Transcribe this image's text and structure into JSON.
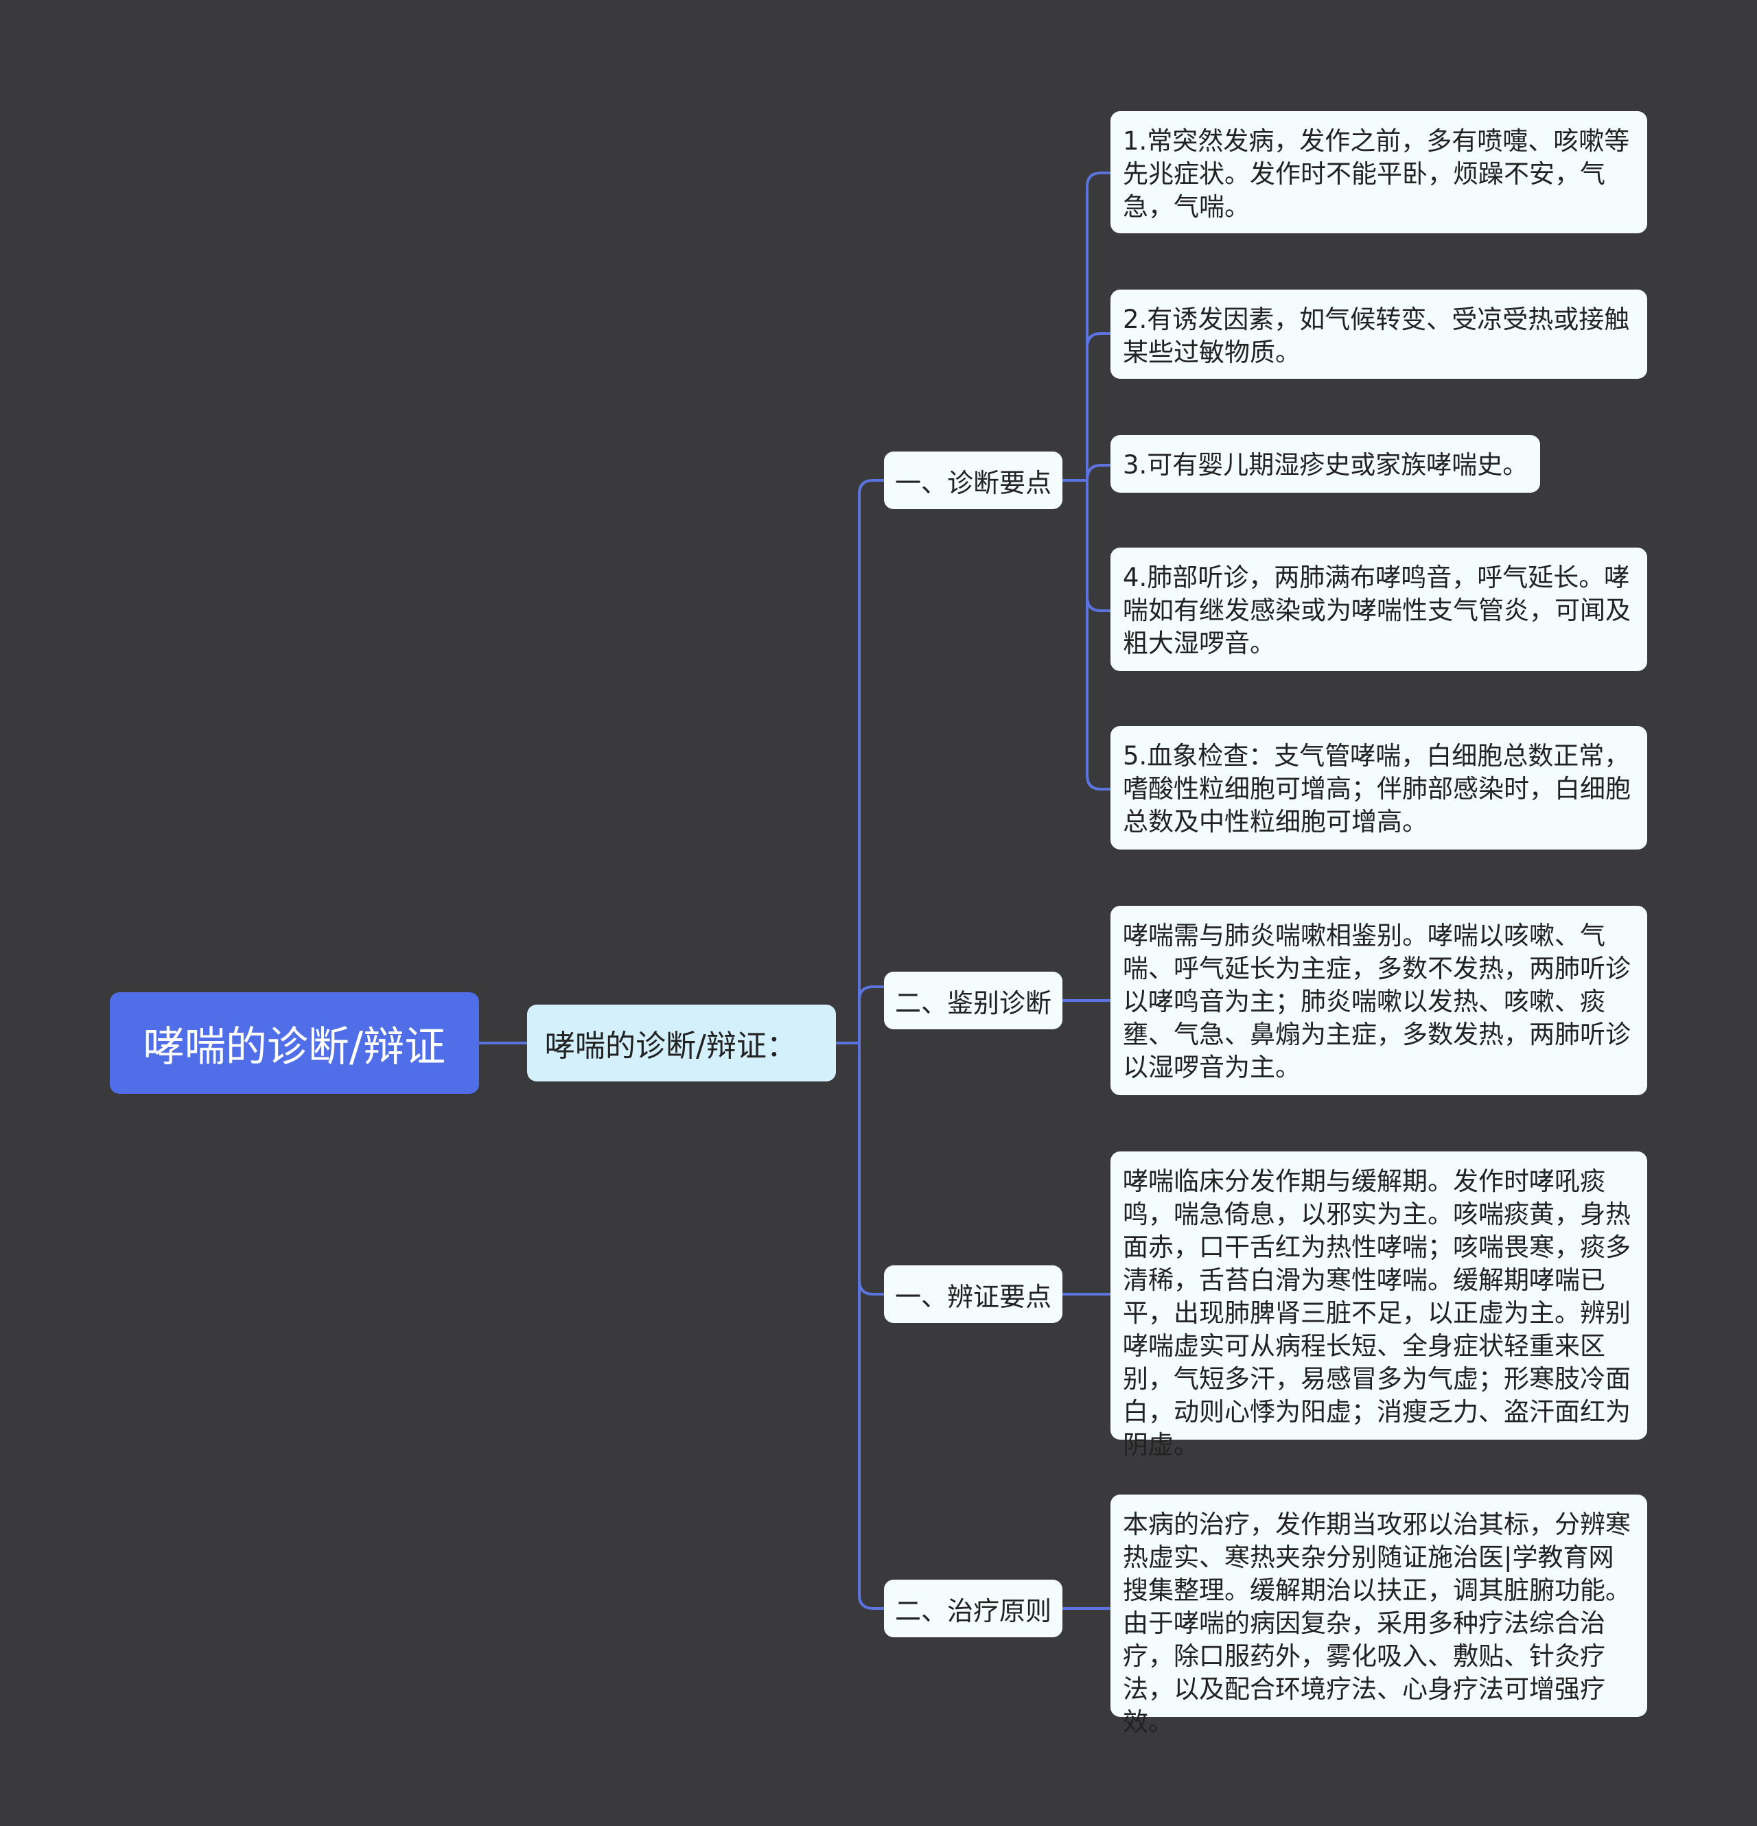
{
  "root": {
    "label": "哮喘的诊断/辩证"
  },
  "sub": {
    "label": "哮喘的诊断/辩证："
  },
  "branches": [
    {
      "label": "一、诊断要点"
    },
    {
      "label": "二、鉴别诊断"
    },
    {
      "label": "一、辨证要点"
    },
    {
      "label": "二、治疗原则"
    }
  ],
  "leaves": [
    {
      "text": "1.常突然发病，发作之前，多有喷嚏、咳嗽等先兆症状。发作时不能平卧，烦躁不安，气急，气喘。"
    },
    {
      "text": "2.有诱发因素，如气候转变、受凉受热或接触某些过敏物质。"
    },
    {
      "text": "3.可有婴儿期湿疹史或家族哮喘史。"
    },
    {
      "text": "4.肺部听诊，两肺满布哮鸣音，呼气延长。哮喘如有继发感染或为哮喘性支气管炎，可闻及粗大湿啰音。"
    },
    {
      "text": "5.血象检查：支气管哮喘，白细胞总数正常，嗜酸性粒细胞可增高；伴肺部感染时，白细胞总数及中性粒细胞可增高。"
    },
    {
      "text": "哮喘需与肺炎喘嗽相鉴别。哮喘以咳嗽、气喘、呼气延长为主症，多数不发热，两肺听诊以哮鸣音为主；肺炎喘嗽以发热、咳嗽、痰壅、气急、鼻煽为主症，多数发热，两肺听诊以湿啰音为主。"
    },
    {
      "text": "哮喘临床分发作期与缓解期。发作时哮吼痰鸣，喘急倚息，以邪实为主。咳喘痰黄，身热面赤，口干舌红为热性哮喘；咳喘畏寒，痰多清稀，舌苔白滑为寒性哮喘。缓解期哮喘已平，出现肺脾肾三脏不足，以正虚为主。辨别哮喘虚实可从病程长短、全身症状轻重来区别，气短多汗，易感冒多为气虚；形寒肢冷面白，动则心悸为阳虚；消瘦乏力、盗汗面红为阴虚。"
    },
    {
      "text": "本病的治疗，发作期当攻邪以治其标，分辨寒热虚实、寒热夹杂分别随证施治医|学教育网搜集整理。缓解期治以扶正，调其脏腑功能。由于哮喘的病因复杂，采用多种疗法综合治疗，除口服药外，雾化吸入、敷贴、针灸疗法，以及配合环境疗法、心身疗法可增强疗效。"
    }
  ],
  "colors": {
    "background": "#3a393b",
    "root": "#4f6ee8",
    "sub": "#d3f0fb",
    "node": "#f4fcfd",
    "edge": "#5b74e0"
  }
}
